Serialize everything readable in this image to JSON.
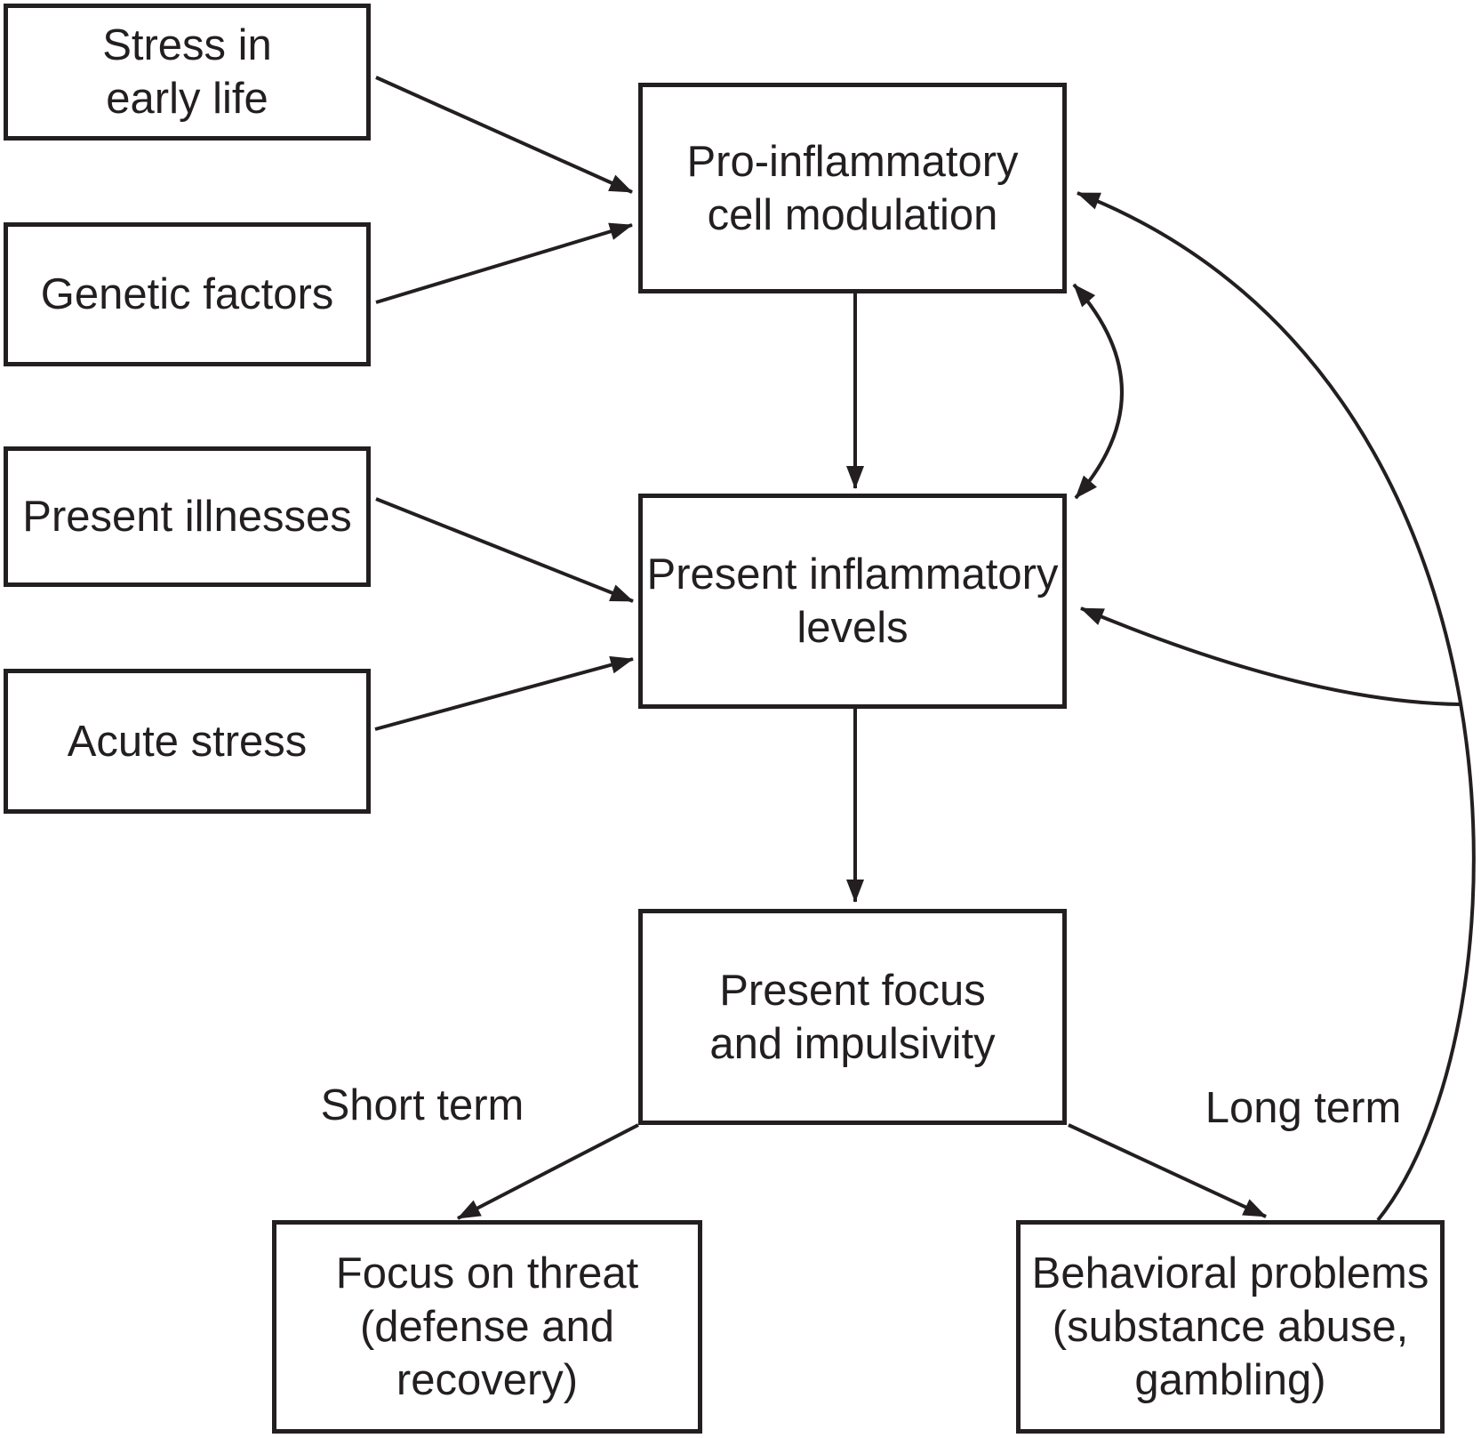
{
  "figure": {
    "type": "flow-diagram",
    "background": "#ffffff",
    "ink_color": "#231f20",
    "nodes": {
      "stress_early_life": {
        "label": "Stress in\nearly life"
      },
      "genetic_factors": {
        "label": "Genetic factors"
      },
      "present_illnesses": {
        "label": "Present illnesses"
      },
      "acute_stress": {
        "label": "Acute stress"
      },
      "pro_inflammatory": {
        "label": "Pro-inflammatory\ncell modulation"
      },
      "present_inflammatory": {
        "label": "Present inflammatory\nlevels"
      },
      "present_focus": {
        "label": "Present focus\nand impulsivity"
      },
      "focus_on_threat": {
        "label": "Focus on threat\n(defense and\nrecovery)"
      },
      "behavioral_problems": {
        "label": "Behavioral problems\n(substance abuse,\ngambling)"
      }
    },
    "annotations": {
      "short_term": "Short term",
      "long_term": "Long term"
    },
    "edges": [
      {
        "from": "stress_early_life",
        "to": "pro_inflammatory",
        "style": "straight-arrow"
      },
      {
        "from": "genetic_factors",
        "to": "pro_inflammatory",
        "style": "straight-arrow"
      },
      {
        "from": "present_illnesses",
        "to": "present_inflammatory",
        "style": "straight-arrow"
      },
      {
        "from": "acute_stress",
        "to": "present_inflammatory",
        "style": "straight-arrow"
      },
      {
        "from": "pro_inflammatory",
        "to": "present_inflammatory",
        "style": "straight-vertical-arrow"
      },
      {
        "from": "pro_inflammatory",
        "to": "present_inflammatory",
        "style": "curved-arrow",
        "bidirectional": true
      },
      {
        "from": "present_inflammatory",
        "to": "present_focus",
        "style": "straight-vertical-arrow"
      },
      {
        "from": "present_focus",
        "to": "focus_on_threat",
        "style": "straight-arrow",
        "label": "Short term"
      },
      {
        "from": "present_focus",
        "to": "behavioral_problems",
        "style": "straight-arrow",
        "label": "Long term"
      },
      {
        "from": "behavioral_problems",
        "to": "pro_inflammatory",
        "style": "curved-arrow"
      },
      {
        "from": "behavioral_problems",
        "to": "present_inflammatory",
        "style": "curved-arrow"
      }
    ]
  }
}
